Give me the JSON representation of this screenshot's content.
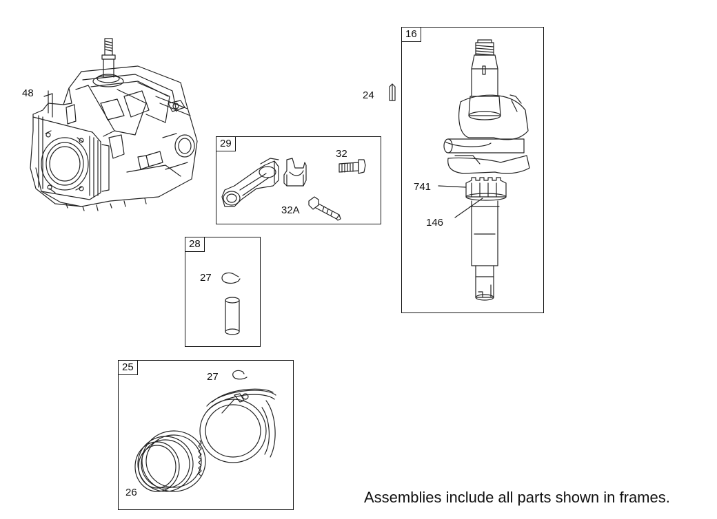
{
  "labels": {
    "l48": "48",
    "l24": "24",
    "l741": "741",
    "l146": "146",
    "l32": "32",
    "l32a": "32A",
    "l27a": "27",
    "l27b": "27",
    "l26": "26"
  },
  "frames": {
    "f16": "16",
    "f29": "29",
    "f28": "28",
    "f25": "25"
  },
  "note": "Assemblies include all parts shown in frames."
}
